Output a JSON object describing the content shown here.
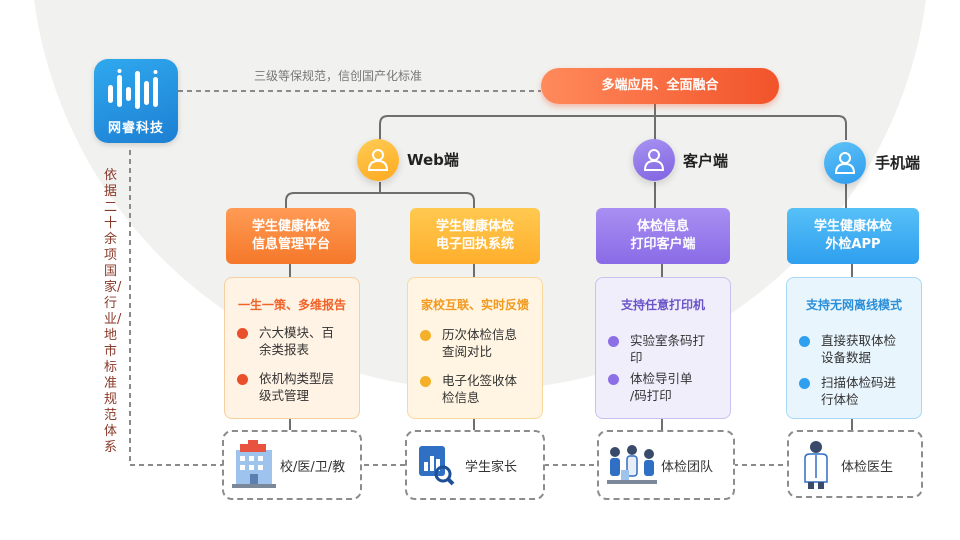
{
  "logo": {
    "name": "网睿科技"
  },
  "standards_note": "三级等保规范，信创国产化标准",
  "vertical_note": "依据二十余项国家/行业/地市标准规范体系",
  "top": {
    "label": "多端应用、全面融合"
  },
  "categories": [
    {
      "label": "Web端",
      "color": "#ffb12e",
      "icon": "user-icon"
    },
    {
      "label": "客户端",
      "color": "#8f72e6",
      "icon": "user-icon"
    },
    {
      "label": "手机端",
      "color": "#39a9f2",
      "icon": "user-icon"
    }
  ],
  "columns": [
    {
      "head": [
        "学生健康体检",
        "信息管理平台"
      ],
      "head_color_a": "#ff9652",
      "head_color_b": "#f77a2d",
      "panel_bg": "#fff3e5",
      "panel_border": "#f7cf9e",
      "title": "一生一策、多维报告",
      "title_color": "#f0642a",
      "dot_color": "#ea4f2b",
      "items": [
        [
          "六大模块、百",
          "余类报表"
        ],
        [
          "依机构类型层",
          "级式管理"
        ]
      ],
      "bottom_label": "校/医/卫/教",
      "bottom_icon": "building-icon"
    },
    {
      "head": [
        "学生健康体检",
        "电子回执系统"
      ],
      "head_color_a": "#ffc64d",
      "head_color_b": "#ffad2e",
      "panel_bg": "#fff5e2",
      "panel_border": "#f8d89c",
      "title": "家校互联、实时反馈",
      "title_color": "#f29a20",
      "dot_color": "#f5b02a",
      "items": [
        [
          "历次体检信息",
          "查阅对比"
        ],
        [
          "电子化签收体",
          "检信息"
        ]
      ],
      "bottom_label": "学生家长",
      "bottom_icon": "report-magnifier-icon"
    },
    {
      "head": [
        "体检信息",
        "打印客户端"
      ],
      "head_color_a": "#a48cf0",
      "head_color_b": "#8a6de6",
      "panel_bg": "#f1eefc",
      "panel_border": "#cbbff0",
      "title": "支持任意打印机",
      "title_color": "#6a55c8",
      "dot_color": "#8c6fe6",
      "items": [
        [
          "实验室条码打",
          "印"
        ],
        [
          "体检导引单",
          "/码打印"
        ]
      ],
      "bottom_label": "体检团队",
      "bottom_icon": "medical-team-icon"
    },
    {
      "head": [
        "学生健康体检",
        "外检APP"
      ],
      "head_color_a": "#53bcf6",
      "head_color_b": "#2f9fef",
      "panel_bg": "#e8f5fd",
      "panel_border": "#a8d8f5",
      "title": "支持无网离线模式",
      "title_color": "#2a8fd8",
      "dot_color": "#2f9fef",
      "items": [
        [
          "直接获取体检",
          "设备数据"
        ],
        [
          "扫描体检码进",
          "行体检"
        ]
      ],
      "bottom_label": "体检医生",
      "bottom_icon": "doctor-icon"
    }
  ]
}
